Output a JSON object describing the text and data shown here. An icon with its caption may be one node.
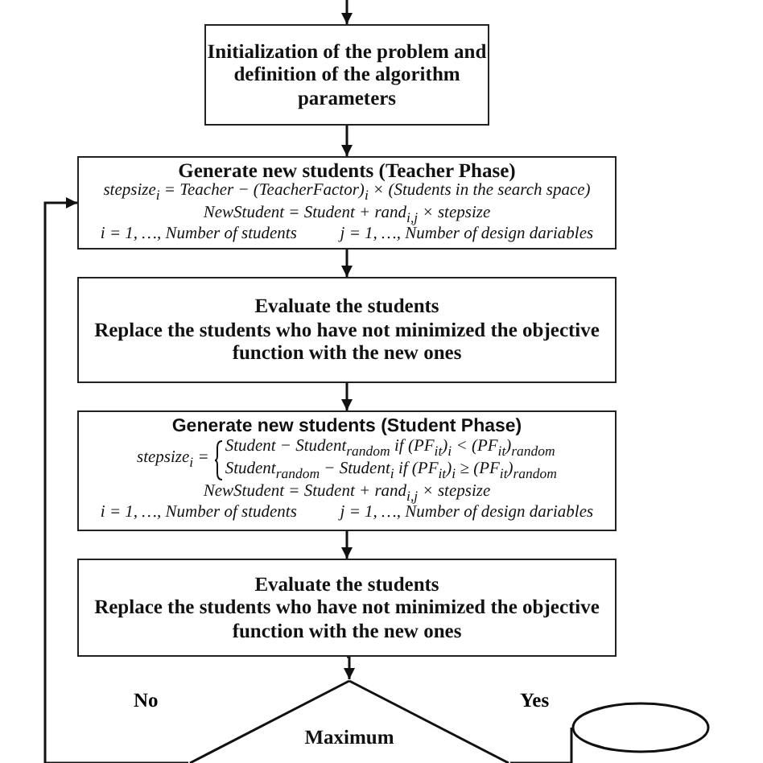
{
  "diagram": {
    "nodes": [
      {
        "text": [
          "Initialization of the problem and definition of the algorithm parameters"
        ]
      },
      {
        "text": [
          "Generate new students (Teacher Phase)",
          "stepsize$_{i}$ = Teacher − (TeacherFactor)$_{i}$ × (Students in the search space)",
          "NewStudent = Student + rand$_{i,j}$ × stepsize",
          "i = 1, …, Number of students",
          "j = 1, …, Number of design dariables"
        ]
      },
      {
        "text": [
          "Evaluate the students",
          "Replace the students who have not minimized the objective function with the new ones"
        ]
      },
      {
        "text": [
          "Generate new students (Student Phase)",
          "stepsize$_{i}$ =",
          "Student − Student$_{random}$ if (PF$_{it}$)$_{i}$ < (PF$_{it}$)$_{random}$",
          "Student$_{random}$ − Student$_{i}$ if (PF$_{it}$)$_{i}$ ≥ (PF$_{it}$)$_{random}$",
          "NewStudent = Student + rand$_{i,j}$ × stepsize",
          "i = 1, …, Number of students",
          "j = 1, …, Number of design dariables"
        ]
      },
      {
        "text": [
          "Evaluate the students",
          "Replace the students who have not minimized the objective function with the new ones"
        ]
      },
      {
        "text": [
          "Maximum"
        ]
      },
      {
        "text": [],
        "shape": "ellipse"
      }
    ],
    "edges": [
      {
        "from": null,
        "to": 0,
        "arrow": "to"
      },
      {
        "from": 0,
        "to": 1,
        "arrow": "to"
      },
      {
        "from": 1,
        "to": 2,
        "arrow": "to"
      },
      {
        "from": 2,
        "to": 3,
        "arrow": "to"
      },
      {
        "from": 3,
        "to": 4,
        "arrow": "to"
      },
      {
        "from": 4,
        "to": 5,
        "arrow": "to"
      },
      {
        "from": 5,
        "to": 1,
        "arrow": "to",
        "label": "No"
      },
      {
        "from": 5,
        "to": 6,
        "arrow": "none",
        "label": "Yes"
      }
    ]
  }
}
